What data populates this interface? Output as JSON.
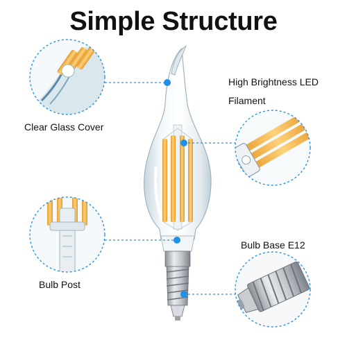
{
  "title": "Simple Structure",
  "labels": {
    "glass_cover": "Clear Glass Cover",
    "filament_line1": "High Brightness LED",
    "filament_line2": "Filament",
    "bulb_post": "Bulb Post",
    "bulb_base": "Bulb Base E12"
  },
  "colors": {
    "dot": "#1f8fe8",
    "circle": "#2b93e3",
    "filament": "#f3b24a",
    "metal": "#b8bcc2"
  }
}
